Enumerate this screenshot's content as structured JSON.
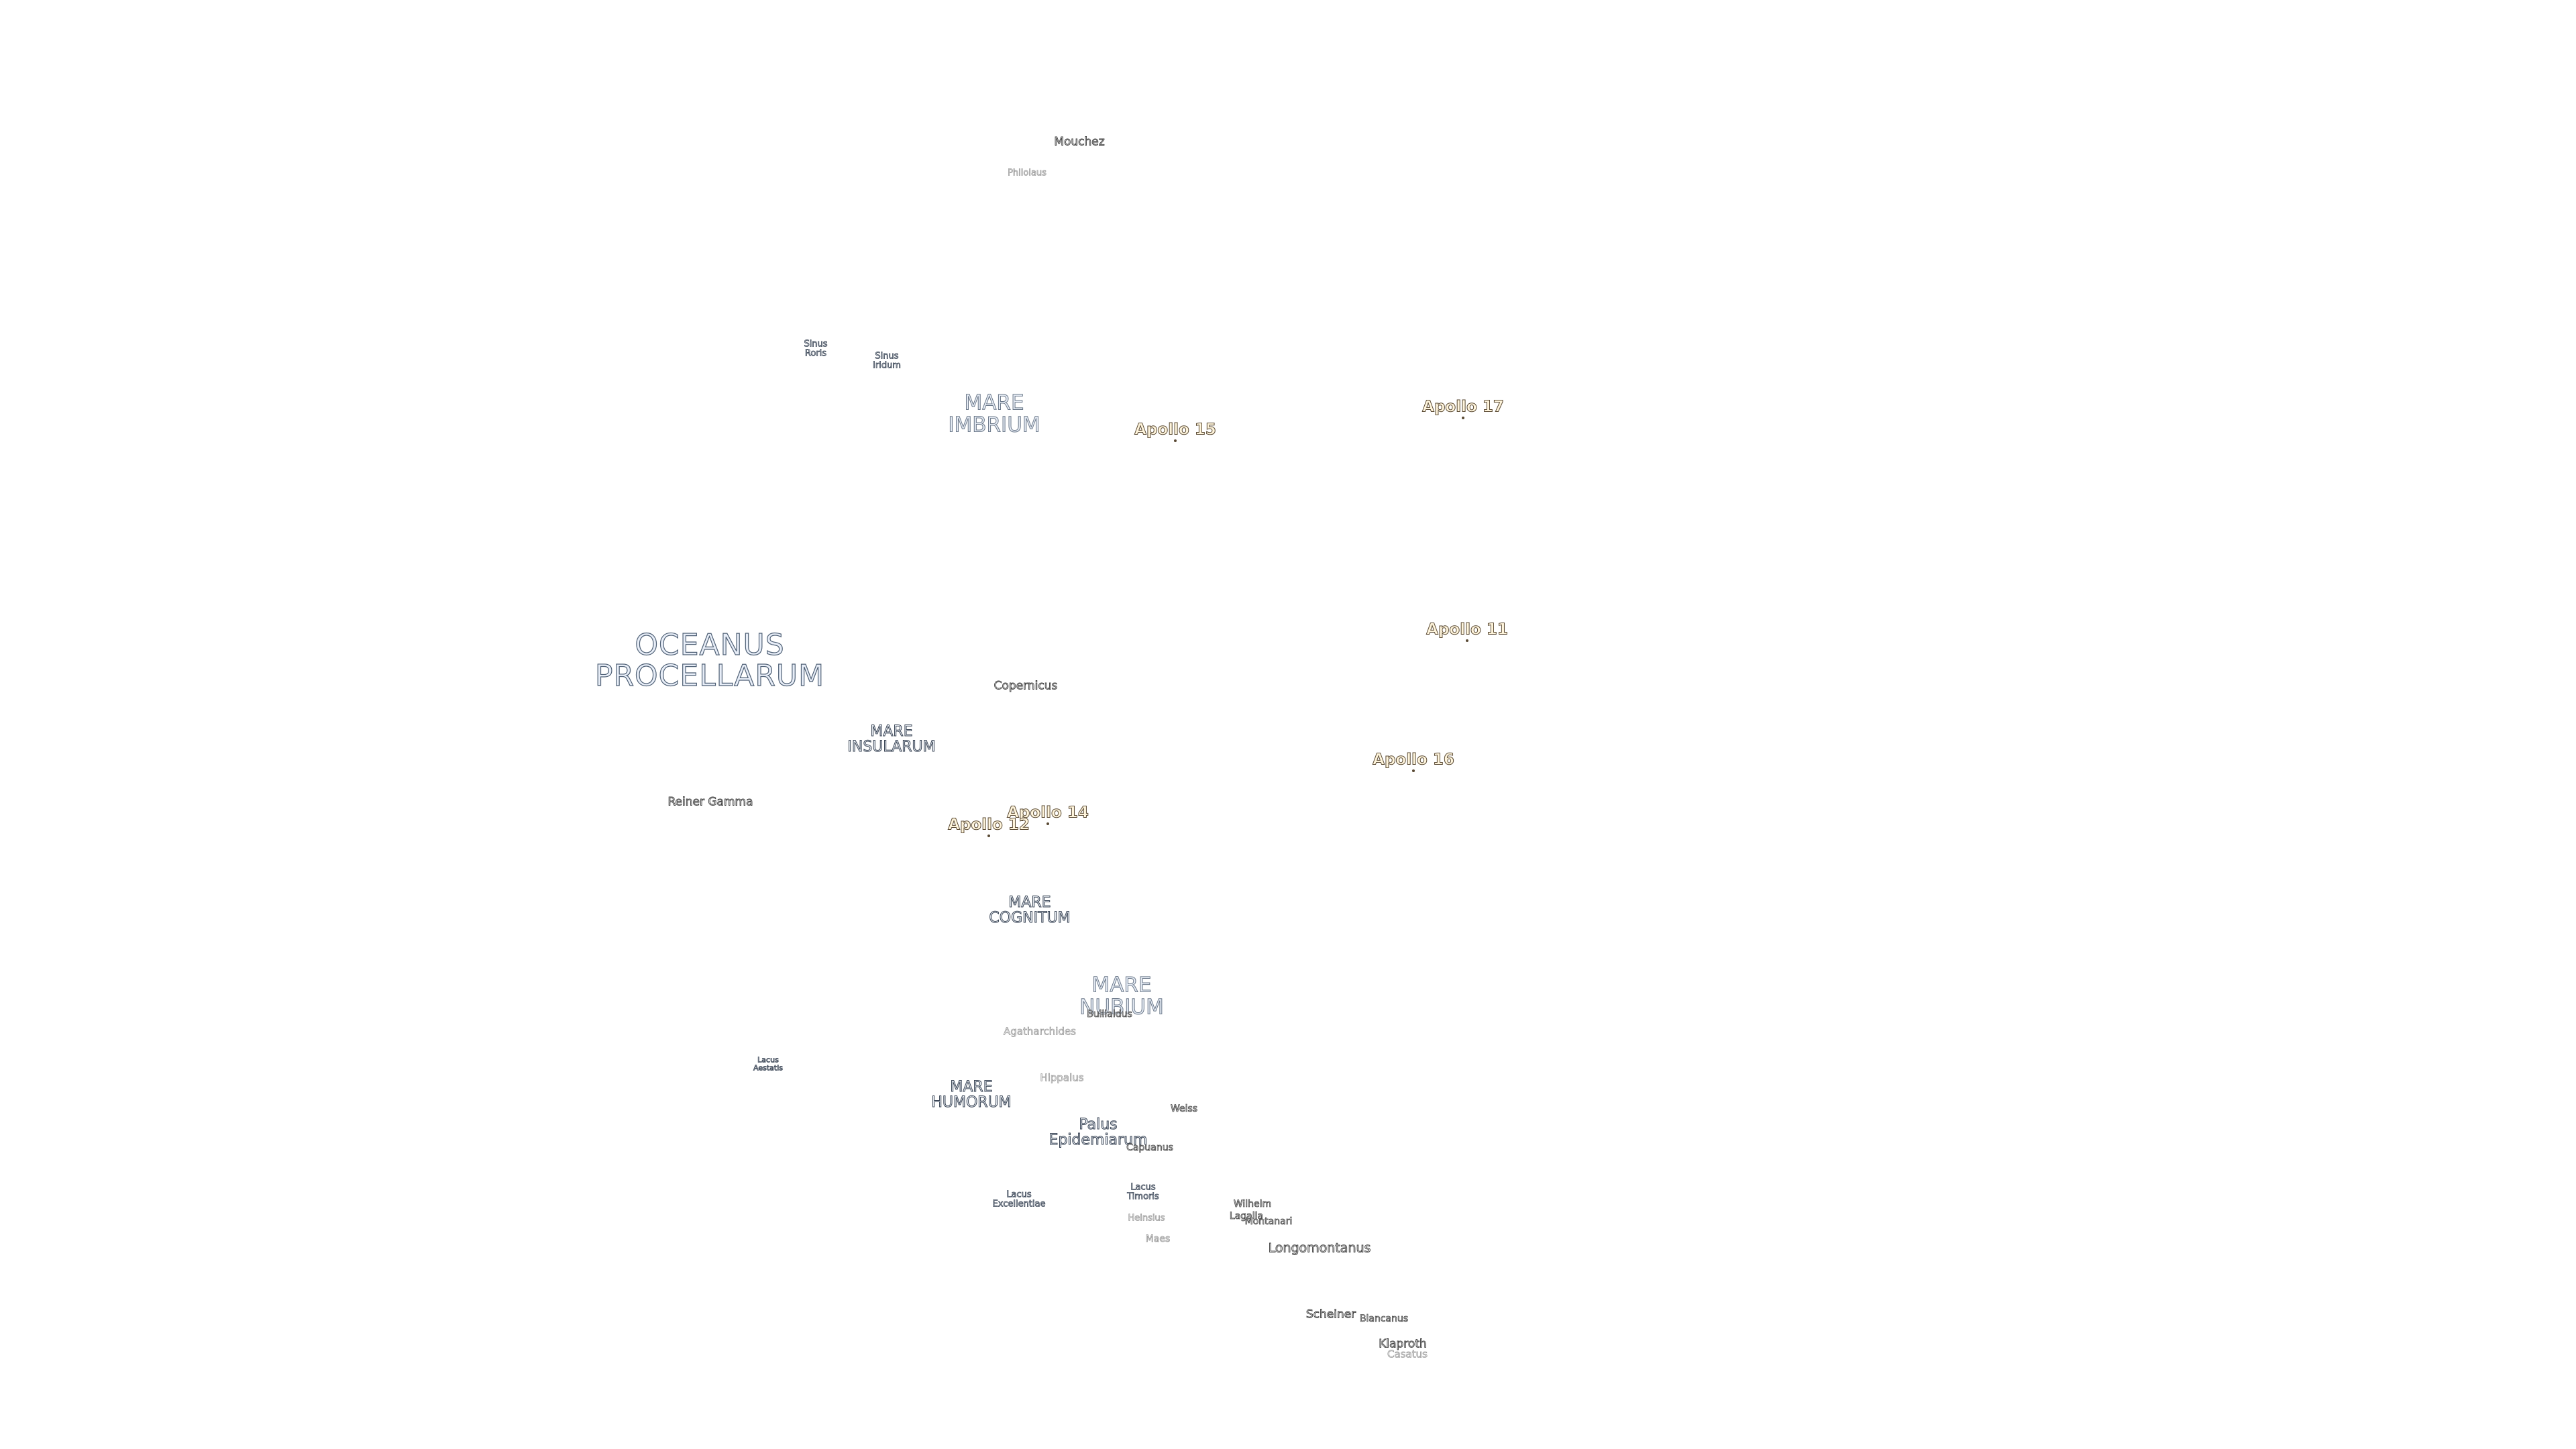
{
  "map": {
    "oceans": [
      {
        "id": "oceanus-procellarum",
        "lines": [
          "OCEANUS",
          "PROCELLARUM"
        ]
      }
    ],
    "maria": [
      {
        "id": "mare-imbrium",
        "lines": [
          "MARE",
          "IMBRIUM"
        ]
      },
      {
        "id": "mare-nubium",
        "lines": [
          "MARE",
          "NUBIUM"
        ]
      },
      {
        "id": "mare-insularum",
        "lines": [
          "MARE",
          "INSULARUM"
        ]
      },
      {
        "id": "mare-cognitum",
        "lines": [
          "MARE",
          "COGNITUM"
        ]
      },
      {
        "id": "mare-humorum",
        "lines": [
          "MARE",
          "HUMORUM"
        ]
      },
      {
        "id": "palus-epidemiarum",
        "lines": [
          "Palus",
          "Epidemiarum"
        ]
      }
    ],
    "sinus_lacus": [
      {
        "id": "sinus-roris",
        "lines": [
          "Sinus",
          "Roris"
        ]
      },
      {
        "id": "sinus-iridum",
        "lines": [
          "Sinus",
          "Iridum"
        ]
      },
      {
        "id": "lacus-excellentiae",
        "lines": [
          "Lacus",
          "Excellentiae"
        ]
      },
      {
        "id": "lacus-timoris",
        "lines": [
          "Lacus",
          "Timoris"
        ]
      },
      {
        "id": "lacus-aestatis",
        "lines": [
          "Lacus",
          "Aestatis"
        ]
      }
    ],
    "apollo_sites": [
      {
        "id": "apollo-15",
        "label": "Apollo 15"
      },
      {
        "id": "apollo-17",
        "label": "Apollo 17"
      },
      {
        "id": "apollo-11",
        "label": "Apollo 11"
      },
      {
        "id": "apollo-16",
        "label": "Apollo 16"
      },
      {
        "id": "apollo-14",
        "label": "Apollo 14"
      },
      {
        "id": "apollo-12",
        "label": "Apollo 12"
      }
    ],
    "craters": [
      {
        "id": "mouchez",
        "label": "Mouchez"
      },
      {
        "id": "philolaus",
        "label": "Philolaus"
      },
      {
        "id": "copernicus",
        "label": "Copernicus"
      },
      {
        "id": "reiner-gamma",
        "label": "Reiner Gamma"
      },
      {
        "id": "bullialdus",
        "label": "Bullialdus"
      },
      {
        "id": "agatharchides",
        "label": "Agatharchides"
      },
      {
        "id": "hippalus",
        "label": "Hippalus"
      },
      {
        "id": "weiss",
        "label": "Weiss"
      },
      {
        "id": "capuanus",
        "label": "Capuanus"
      },
      {
        "id": "wilhelm",
        "label": "Wilhelm"
      },
      {
        "id": "lagalla",
        "label": "Lagalla"
      },
      {
        "id": "montanari",
        "label": "Montanari"
      },
      {
        "id": "heinsius",
        "label": "Heinsius"
      },
      {
        "id": "maes",
        "label": "Maes"
      },
      {
        "id": "longomontanus",
        "label": "Longomontanus"
      },
      {
        "id": "scheiner",
        "label": "Scheiner"
      },
      {
        "id": "blancanus",
        "label": "Blancanus"
      },
      {
        "id": "klaproth",
        "label": "Klaproth"
      },
      {
        "id": "casatus",
        "label": "Casatus"
      }
    ]
  }
}
